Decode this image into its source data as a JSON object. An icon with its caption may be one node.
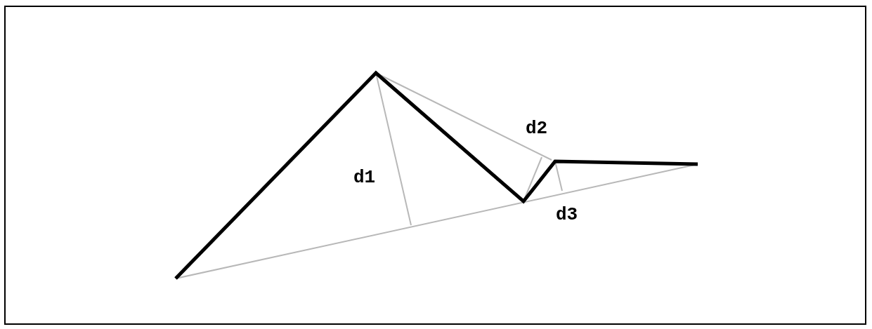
{
  "diagram": {
    "labels": [
      "d2",
      "d1",
      "d3"
    ]
  }
}
